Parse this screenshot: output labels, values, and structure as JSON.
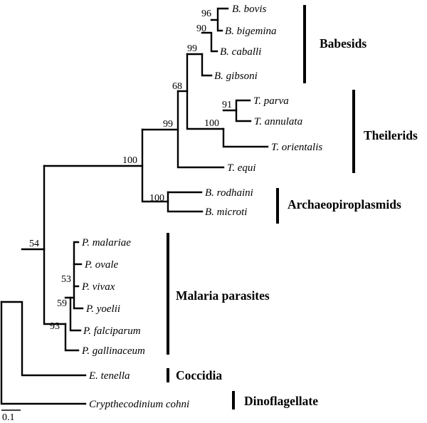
{
  "taxa": {
    "bovis": "B. bovis",
    "bigemina": "B. bigemina",
    "caballi": "B. caballi",
    "gibsoni": "B. gibsoni",
    "parva": "T. parva",
    "annulata": "T. annulata",
    "orientalis": "T. orientalis",
    "equi": "T. equi",
    "rodhaini": "B. rodhaini",
    "microti": "B. microti",
    "malariae": "P. malariae",
    "ovale": "P. ovale",
    "vivax": "P. vivax",
    "yoelii": "P. yoelii",
    "falciparum": "P. falciparum",
    "gallinaceum": "P. gallinaceum",
    "tenella": "E. tenella",
    "cohni": "Crypthecodinium cohni"
  },
  "support": {
    "n96": "96",
    "n90": "90",
    "n99a": "99",
    "n68": "68",
    "n91": "91",
    "n100a": "100",
    "n99b": "99",
    "n100b": "100",
    "n100c": "100",
    "n54": "54",
    "n53": "53",
    "n59": "59",
    "n93": "93"
  },
  "groups": {
    "babesids": "Babesids",
    "theilerids": "Theilerids",
    "archaeopiroplasmids": "Archaeopiroplasmids",
    "malaria": "Malaria parasites",
    "coccidia": "Coccidia",
    "dinoflagellate": "Dinoflagellate"
  },
  "scale": {
    "label": "0.1",
    "length": 0.1
  }
}
